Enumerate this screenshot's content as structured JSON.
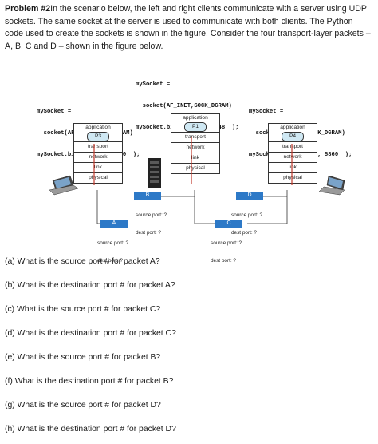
{
  "problem": {
    "label": "Problem #2",
    "intro": "In the scenario below, the left and right clients communicate with a server using UDP sockets. The same socket at the server is used to communicate with both clients. The Python code used to create the sockets is shown in the figure. Consider the four transport-layer packets – A, B, C and D – shown in the figure below."
  },
  "figure": {
    "server_code": [
      "mySocket =",
      "  socket(AF_INET,SOCK_DGRAM)",
      "mySocket.bind(myaddr, 5948  );"
    ],
    "left_code": [
      "mySocket =",
      "  socket(AF_INET,SOCK_DGRAM)",
      "mySocket.bind(myaddr, 5860  );"
    ],
    "right_code": [
      "mySocket =",
      "  socket(AF_INET,SOCK_DGRAM)",
      "mySocket.bind(myaddr, 5860  );"
    ],
    "layers": {
      "application": "application",
      "transport": "transport",
      "network": "network",
      "link": "link",
      "physical": "physical"
    },
    "processes": {
      "left": "P3",
      "server": "P1",
      "right": "P4"
    },
    "packets": [
      {
        "name": "A",
        "src": "source port: ?",
        "dst": "dest port: ?"
      },
      {
        "name": "B",
        "src": "source port: ?",
        "dst": "dest port: ?"
      },
      {
        "name": "C",
        "src": "source port: ?",
        "dst": "dest port: ?"
      },
      {
        "name": "D",
        "src": "source port: ?",
        "dst": "dest port: ?"
      }
    ],
    "colors": {
      "packet": "#2d79c7",
      "process": "#cfe8f3",
      "arrow": "#c0392b"
    }
  },
  "questions": [
    "(a)  What is the source port # for packet A?",
    "(b)  What is the destination port # for packet A?",
    "(c)  What is the source port # for packet C?",
    "(d)  What is the destination port # for packet C?",
    "(e)  What is the source port # for packet B?",
    "(f)  What is the destination port # for packet B?",
    "(g)  What is the source port # for packet D?",
    "(h)  What is the destination port # for packet D?"
  ]
}
